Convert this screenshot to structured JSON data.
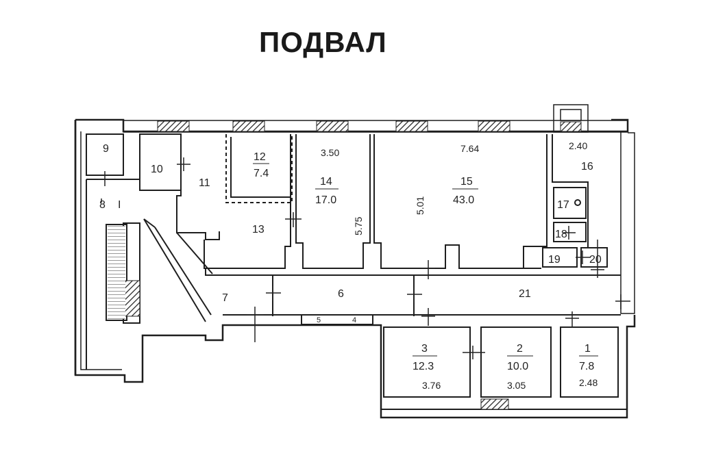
{
  "title": "ПОДВАЛ",
  "rooms": [
    {
      "id": "r1",
      "num": "1",
      "area": "7.8"
    },
    {
      "id": "r2",
      "num": "2",
      "area": "10.0"
    },
    {
      "id": "r3",
      "num": "3",
      "area": "12.3"
    },
    {
      "id": "r4",
      "num": "4"
    },
    {
      "id": "r5",
      "num": "5"
    },
    {
      "id": "r6",
      "num": "6"
    },
    {
      "id": "r7",
      "num": "7"
    },
    {
      "id": "r8",
      "num": "8"
    },
    {
      "id": "r9",
      "num": "9"
    },
    {
      "id": "r10",
      "num": "10"
    },
    {
      "id": "r11",
      "num": "11"
    },
    {
      "id": "r12",
      "num": "12",
      "area": "7.4"
    },
    {
      "id": "r13",
      "num": "13"
    },
    {
      "id": "r14",
      "num": "14",
      "area": "17.0"
    },
    {
      "id": "r15",
      "num": "15",
      "area": "43.0"
    },
    {
      "id": "r16",
      "num": "16"
    },
    {
      "id": "r17",
      "num": "17"
    },
    {
      "id": "r18",
      "num": "18"
    },
    {
      "id": "r19",
      "num": "19"
    },
    {
      "id": "r20",
      "num": "20"
    },
    {
      "id": "r21",
      "num": "21"
    }
  ],
  "dimensions": {
    "d_3_50": "3.50",
    "d_7_64": "7.64",
    "d_2_40": "2.40",
    "d_5_75": "5.75",
    "d_5_01": "5.01",
    "d_3_76": "3.76",
    "d_3_05": "3.05",
    "d_2_48": "2.48"
  },
  "stair_mark": "I"
}
